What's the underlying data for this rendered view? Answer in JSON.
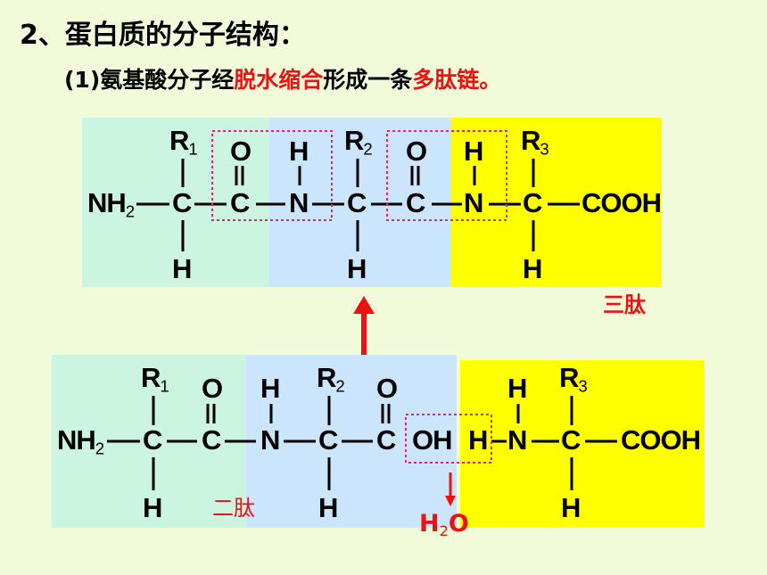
{
  "heading": "2、蛋白质的分子结构：",
  "subheading": {
    "prefix": "(1)氨基酸分子经",
    "highlight1": "脱水缩合",
    "middle": "形成一条",
    "highlight2": "多肽链",
    "suffix": "。"
  },
  "tripeptide": {
    "r_labels": [
      "R1",
      "R2",
      "R3"
    ],
    "n_terminus": "NH2",
    "c_terminus": "COOH",
    "atoms": {
      "carbon": "C",
      "oxygen": "O",
      "nitrogen": "N",
      "hydrogen": "H"
    },
    "label": "三肽"
  },
  "dipeptide": {
    "r_labels": [
      "R1",
      "R2",
      "R3"
    ],
    "n_terminus": "NH2",
    "c_terminus": "COOH",
    "hydroxyl": "OH",
    "label": "二肽",
    "water": "H2O"
  },
  "colors": {
    "background": "#f1fbd9",
    "panel_green": "#ccf5e1",
    "panel_blue": "#cbe6fc",
    "panel_yellow": "#ffff00",
    "highlight_red": "#ee1111",
    "dotted_box": "#d9287a"
  }
}
